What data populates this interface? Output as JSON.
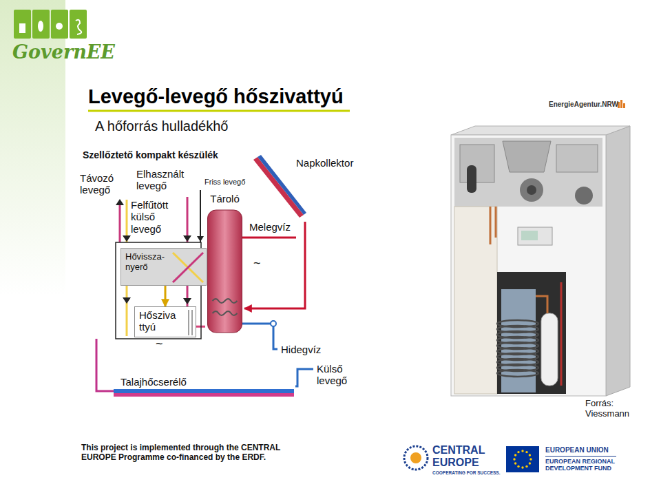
{
  "diagram": {
    "title": "Levegő-levegő hőszivattyú",
    "nodes": [
      {
        "text": [
          "Szellőztető kompakt készülék"
        ]
      },
      {
        "text": [
          "Hővissza- nyerő"
        ],
        "in": 0
      },
      {
        "text": [
          "Hősziva ttyú"
        ],
        "in": 0
      },
      {
        "text": [
          "Tároló"
        ]
      },
      {
        "text": [
          "Napkollektor"
        ]
      },
      {
        "text": [
          "Talajhőcserélő"
        ]
      }
    ],
    "edges": [
      {
        "from": 1,
        "to": 2,
        "arrow": "to"
      },
      {
        "from": 2,
        "to": 3,
        "arrow": "none"
      },
      {
        "from": 4,
        "to": 3,
        "arrow": "to"
      },
      {
        "from": 5,
        "to": 0,
        "arrow": "none"
      }
    ],
    "labels": [
      "GovernEE",
      "A hőforrás hulladékhő",
      "EnergieAgentur.NRW",
      "Távozó levegő",
      "Elhasznált levegő",
      "Friss levegő",
      "Felfűtött külső levegő",
      "Melegvíz",
      "~",
      "~",
      "Hidegvíz",
      "Külső levegő",
      "Forrás: Viessmann",
      "This project is implemented through the CENTRAL EUROPE Programme co-financed by the ERDF.",
      "CENTRAL EUROPE",
      "COOPERATING FOR SUCCESS.",
      "EUROPEAN UNION",
      "EUROPEAN REGIONAL DEVELOPMENT FUND"
    ]
  }
}
